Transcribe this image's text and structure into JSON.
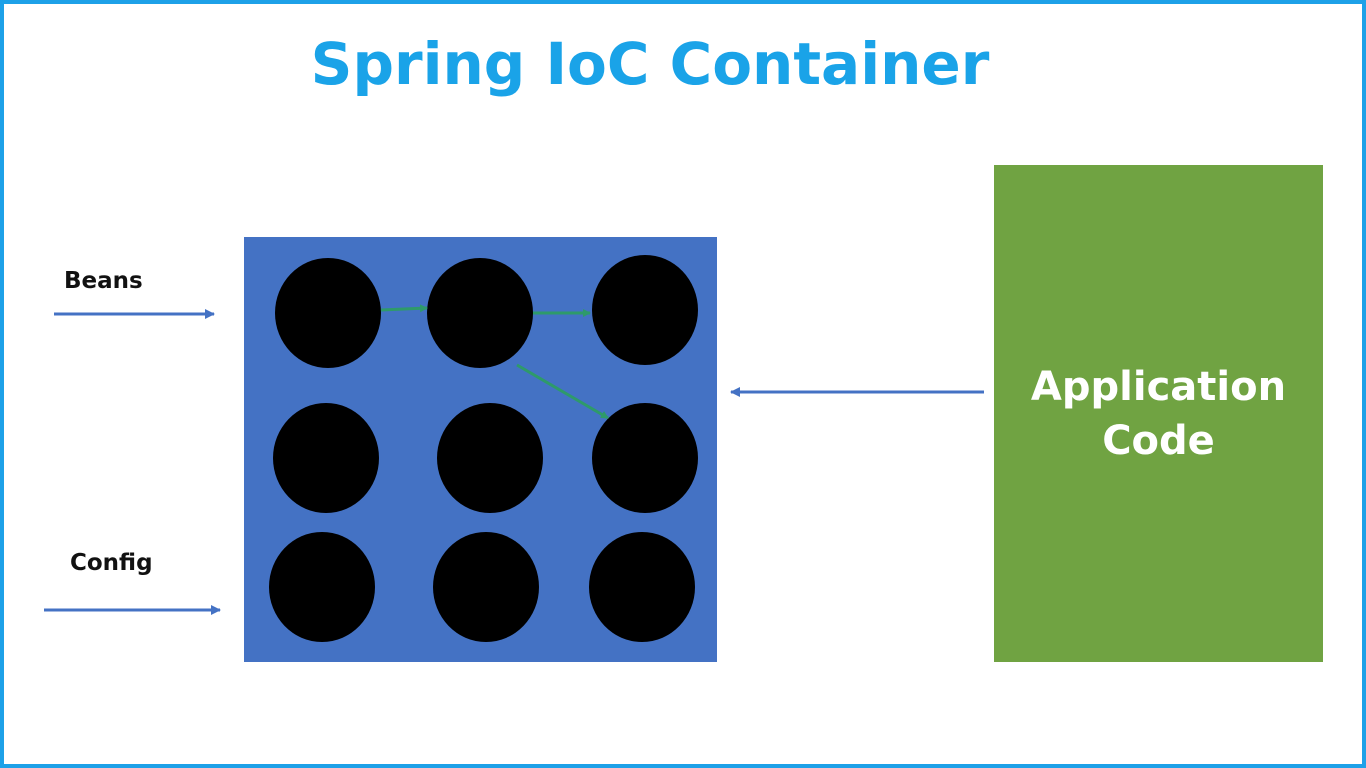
{
  "title": "Spring IoC Container",
  "inputs": {
    "beans_label": "Beans",
    "config_label": "Config"
  },
  "application": {
    "label_line1": "Application",
    "label_line2": "Code"
  },
  "colors": {
    "title": "#1aa3e8",
    "frame_border": "#1da1e8",
    "container": "#4472c4",
    "application": "#70a342",
    "bean": "#000000",
    "input_arrow": "#4472c4",
    "dependency_arrow": "#2e9a6a"
  },
  "beans": {
    "rows": 3,
    "columns": 3,
    "count": 9
  },
  "dependencies": [
    {
      "from": "bean-r1c1",
      "to": "bean-r1c2"
    },
    {
      "from": "bean-r1c2",
      "to": "bean-r1c3"
    },
    {
      "from": "bean-r1c2",
      "to": "bean-r2c3"
    }
  ]
}
